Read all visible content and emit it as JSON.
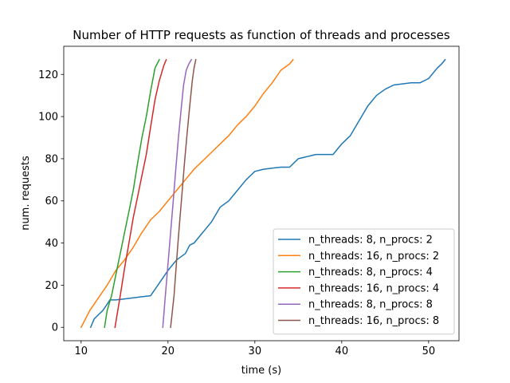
{
  "chart_data": {
    "type": "line",
    "title": "Number of HTTP requests as function of threads and processes",
    "xlabel": "time (s)",
    "ylabel": "num. requests",
    "xlim": [
      8,
      53.5
    ],
    "ylim": [
      -6.35,
      133.35
    ],
    "xticks": [
      10,
      20,
      30,
      40,
      50
    ],
    "yticks": [
      0,
      20,
      40,
      60,
      80,
      100,
      120
    ],
    "grid": false,
    "legend_position": "lower-right",
    "series": [
      {
        "name": "n_threads: 8, n_procs: 2",
        "color": "#1f77b4",
        "x": [
          11.1,
          11.5,
          12.0,
          12.5,
          13.0,
          13.3,
          13.4,
          14.0,
          15.0,
          16.0,
          17.0,
          18.0,
          18.5,
          19.0,
          19.5,
          20.0,
          21.0,
          22.0,
          22.5,
          23.0,
          24.0,
          25.0,
          26.0,
          27.0,
          28.0,
          29.0,
          29.5,
          30.0,
          31.0,
          32.0,
          33.0,
          34.0,
          35.0,
          36.0,
          36.5,
          37.0,
          38.0,
          39.0,
          40.0,
          41.0,
          42.0,
          43.0,
          44.0,
          45.0,
          46.0,
          47.0,
          48.0,
          49.0,
          50.0,
          51.0,
          51.5,
          51.9
        ],
        "y": [
          0,
          4,
          6,
          8,
          11,
          13,
          13,
          13,
          13.5,
          14,
          14.5,
          15,
          18,
          21,
          24,
          27,
          32,
          35,
          39,
          40,
          45,
          50,
          57,
          60,
          65,
          70,
          72,
          74,
          75,
          75.5,
          76,
          76,
          80,
          81,
          81.5,
          82,
          82,
          82,
          87,
          91,
          98,
          105,
          110,
          113,
          115,
          115.5,
          116,
          116,
          118,
          123,
          125,
          127
        ]
      },
      {
        "name": "n_threads: 16, n_procs: 2",
        "color": "#ff7f0e",
        "x": [
          10.0,
          10.5,
          11.0,
          12.0,
          13.0,
          14.0,
          15.0,
          16.0,
          17.0,
          18.0,
          19.0,
          20.0,
          21.0,
          22.0,
          23.0,
          24.0,
          25.0,
          26.0,
          27.0,
          28.0,
          29.0,
          30.0,
          31.0,
          32.0,
          33.0,
          34.0,
          34.4
        ],
        "y": [
          0,
          4,
          8,
          14,
          20,
          27,
          32,
          38,
          45,
          51,
          55,
          60,
          65,
          70,
          75,
          79,
          83,
          87,
          91,
          96,
          100,
          105,
          111,
          116,
          122,
          125,
          127
        ]
      },
      {
        "name": "n_threads: 8, n_procs: 4",
        "color": "#2ca02c",
        "x": [
          12.7,
          13.0,
          13.5,
          14.0,
          14.5,
          15.0,
          15.5,
          16.0,
          16.5,
          17.0,
          17.5,
          18.0,
          18.5,
          19.0
        ],
        "y": [
          0,
          8,
          15,
          25,
          35,
          45,
          55,
          65,
          78,
          90,
          100,
          112,
          123,
          127
        ]
      },
      {
        "name": "n_threads: 16, n_procs: 4",
        "color": "#d62728",
        "x": [
          13.9,
          14.5,
          15.0,
          15.5,
          16.0,
          16.5,
          17.0,
          17.5,
          18.0,
          18.5,
          19.0,
          19.5,
          19.8
        ],
        "y": [
          0,
          15,
          28,
          40,
          52,
          62,
          72,
          82,
          95,
          108,
          117,
          124,
          127
        ]
      },
      {
        "name": "n_threads: 8, n_procs: 8",
        "color": "#9467bd",
        "x": [
          19.4,
          19.7,
          20.0,
          20.3,
          20.6,
          20.9,
          21.2,
          21.5,
          21.8,
          22.1,
          22.4,
          22.7
        ],
        "y": [
          0,
          15,
          30,
          45,
          60,
          75,
          90,
          103,
          115,
          122,
          125,
          127
        ]
      },
      {
        "name": "n_threads: 16, n_procs: 8",
        "color": "#8c564b",
        "x": [
          20.3,
          20.7,
          21.0,
          21.3,
          21.6,
          21.9,
          22.2,
          22.5,
          22.8,
          23.0,
          23.2
        ],
        "y": [
          0,
          15,
          32,
          48,
          63,
          78,
          92,
          105,
          117,
          123,
          127
        ]
      }
    ]
  }
}
